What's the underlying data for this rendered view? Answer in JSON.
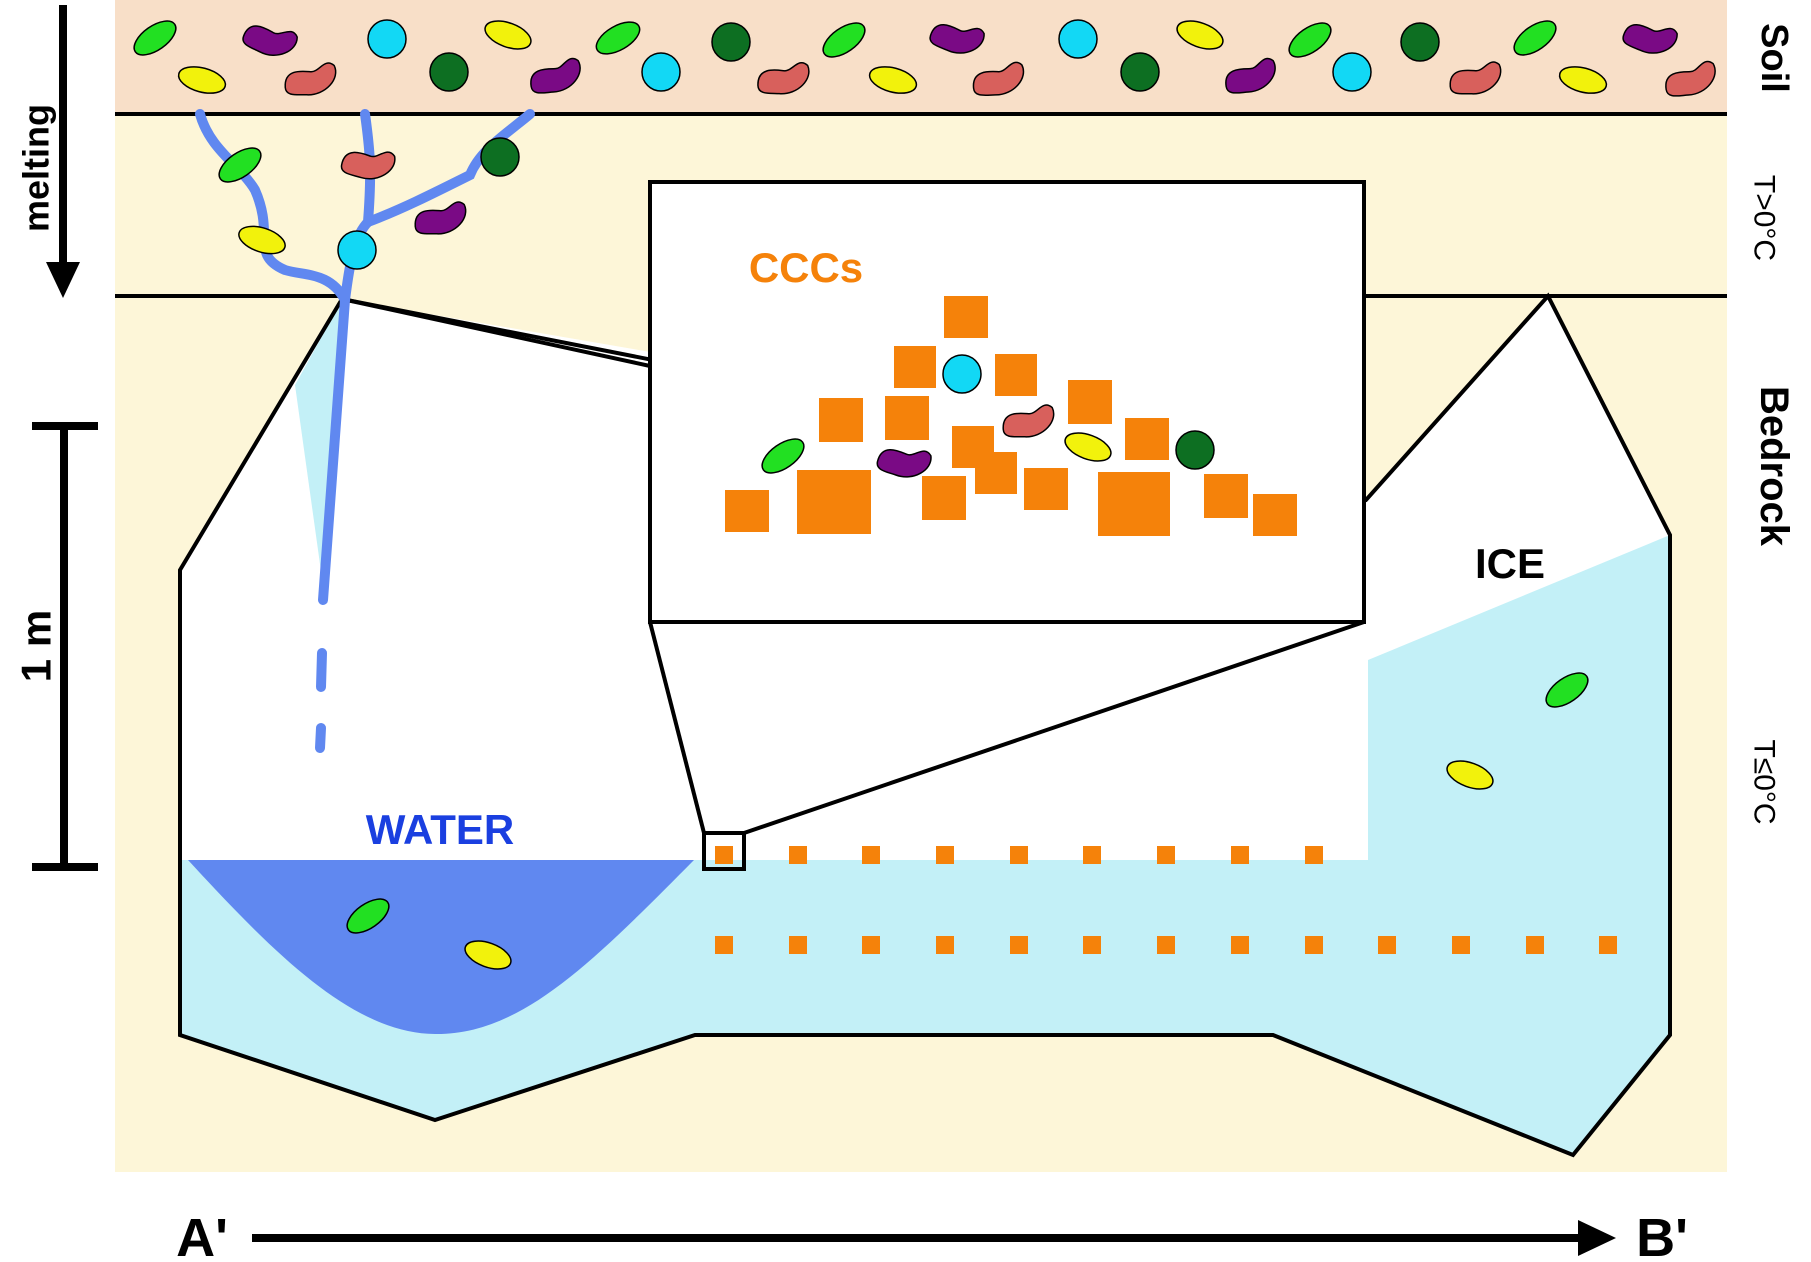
{
  "labels": {
    "soil": "Soil",
    "melting": "melting",
    "temp_warm": "T>0°C",
    "bedrock": "Bedrock",
    "temp_cold": "T≤0°C",
    "scale": "1 m",
    "ccc": "CCCs",
    "ice": "ICE",
    "water": "WATER",
    "section_start": "A'",
    "section_end": "B'"
  },
  "colors": {
    "soil": "#f8dfc8",
    "bedrock": "#fdf6d8",
    "ice_water": "#c3f0f7",
    "liquid_water": "#6088f0",
    "water_label": "#1a3fe0",
    "ccc": "#f5820a",
    "microbe_green_oval": "#22e022",
    "microbe_yellow_oval": "#f2f20c",
    "microbe_purple_bean": "#7a0a85",
    "microbe_red_bean": "#d8605c",
    "microbe_cyan_circle": "#12d8f5",
    "microbe_darkgreen_circle": "#0d6f22"
  },
  "icons": [
    "down-arrow-icon",
    "right-arrow-icon",
    "scale-bar-icon"
  ]
}
